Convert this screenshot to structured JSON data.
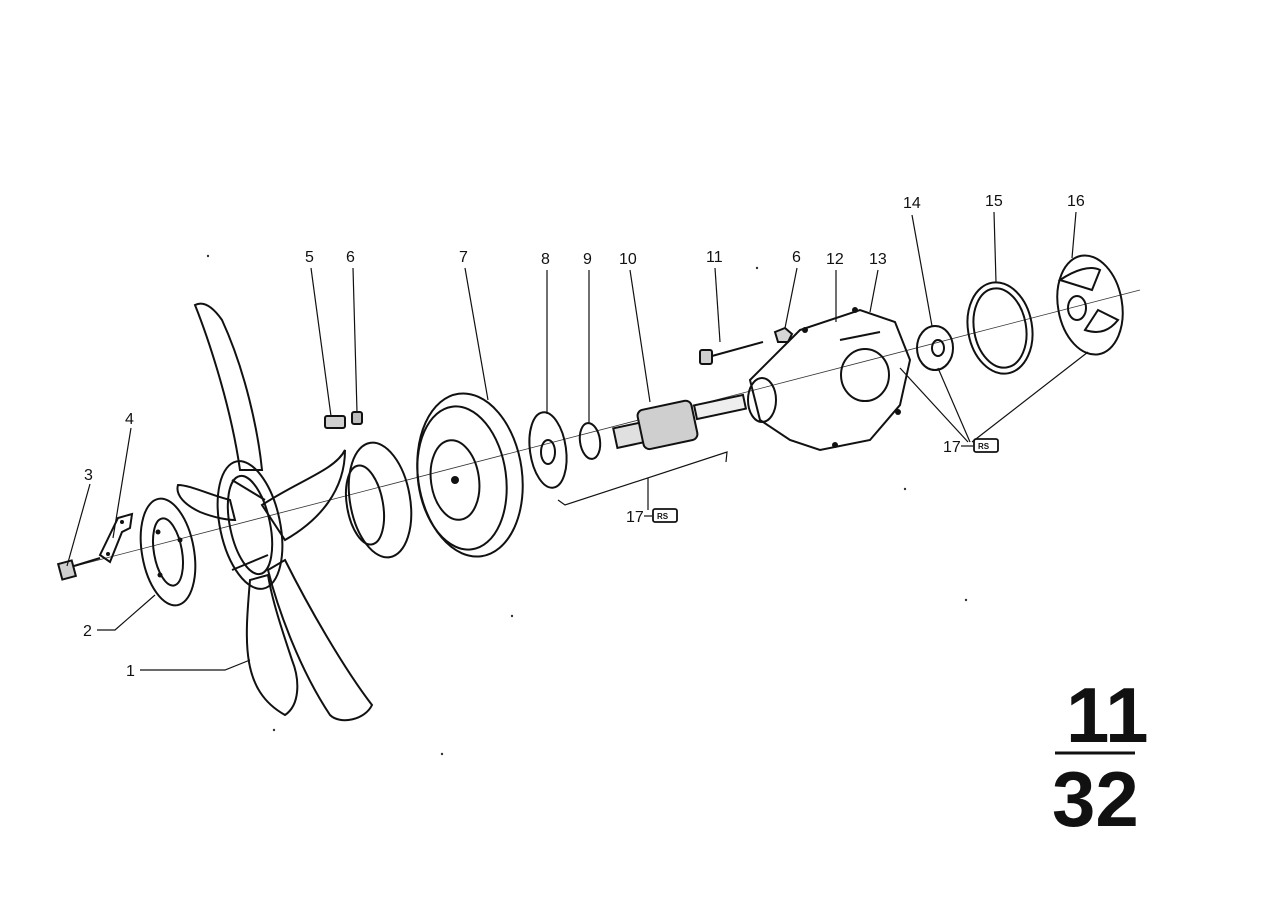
{
  "labels": {
    "p1": "1",
    "p2": "2",
    "p3": "3",
    "p4": "4",
    "p5": "5",
    "p6a": "6",
    "p7": "7",
    "p8": "8",
    "p9": "9",
    "p10": "10",
    "p11": "11",
    "p6b": "6",
    "p12": "12",
    "p13": "13",
    "p14": "14",
    "p15": "15",
    "p16": "16"
  },
  "kits": {
    "kit_a": {
      "num": "17",
      "code": "RS"
    },
    "kit_b": {
      "num": "17",
      "code": "RS"
    }
  },
  "group": {
    "main": "11",
    "sub": "32"
  }
}
